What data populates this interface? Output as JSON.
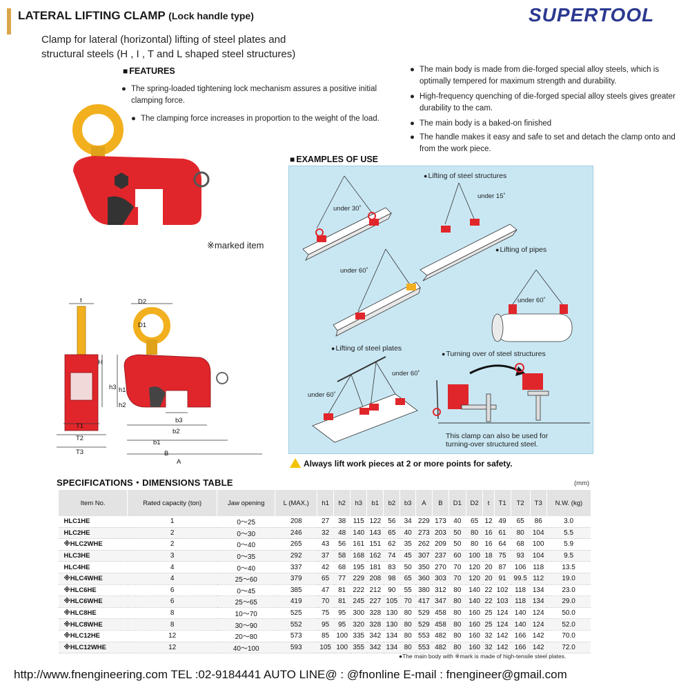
{
  "header": {
    "title": "LATERAL LIFTING CLAMP",
    "title_suffix": "(Lock handle type)",
    "subtitle_line1": "Clamp for lateral (horizontal) lifting of steel plates and",
    "subtitle_line2": "structural steels (H , I , T and L shaped steel structures)",
    "logo": "SUPERTOOL"
  },
  "features": {
    "heading": "FEATURES",
    "left": [
      "The spring-loaded tightening  lock mechanism assures a positive initial clamping force.",
      "The clamping force increases in proportion to the weight of the load."
    ],
    "right": [
      "The main body  is made  from die-forged special alloy steels, which is optimally tempered for maximum strength and durability.",
      "High-frequency quenching of die-forged special alloy steels gives greater durability to the cam.",
      "The main body  is a baked-on finished",
      "The handle makes it easy and  safe to set and detach the clamp onto and from the work piece."
    ],
    "marked_item": "※marked item"
  },
  "examples": {
    "heading": "EXAMPLES OF USE",
    "labels": {
      "steel_structures": "Lifting of  steel structures",
      "pipes": "Lifting of pipes",
      "plates": "Lifting of steel plates",
      "turning": "Turning over of steel structures"
    },
    "angles": [
      "under 30˚",
      "under 15˚",
      "under 60˚",
      "under 60˚",
      "under 60˚",
      "under 60˚"
    ],
    "turning_note_1": "This clamp can also be used for",
    "turning_note_2": "turning-over structured steel.",
    "safety": "Always lift work pieces at 2 or more points for safety."
  },
  "diagram_labels": {
    "t": "t",
    "D2": "D2",
    "D1": "D1",
    "H": "H",
    "h3": "h3",
    "h1": "h1",
    "h2": "h2",
    "b3": "b3",
    "b2": "b2",
    "b1": "b1",
    "B": "B",
    "A": "A",
    "T1": "T1",
    "T2": "T2",
    "T3": "T3"
  },
  "specs": {
    "title": "SPECIFICATIONS・DIMENSIONS TABLE",
    "unit": "(mm)",
    "columns": [
      "Item No.",
      "Rated capacity (ton)",
      "Jaw opening",
      "L (MAX.)",
      "h1",
      "h2",
      "h3",
      "b1",
      "b2",
      "b3",
      "A",
      "B",
      "D1",
      "D2",
      "t",
      "T1",
      "T2",
      "T3",
      "N.W. (kg)"
    ],
    "rows": [
      [
        "HLC1HE",
        "1",
        "0～25",
        "208",
        "27",
        "38",
        "115",
        "122",
        "56",
        "34",
        "229",
        "173",
        "40",
        "65",
        "12",
        "49",
        "65",
        "86",
        "3.0"
      ],
      [
        "HLC2HE",
        "2",
        "0～30",
        "246",
        "32",
        "48",
        "140",
        "143",
        "65",
        "40",
        "273",
        "203",
        "50",
        "80",
        "16",
        "61",
        "80",
        "104",
        "5.5"
      ],
      [
        "※HLC2WHE",
        "2",
        "0～40",
        "265",
        "43",
        "56",
        "161",
        "151",
        "62",
        "35",
        "262",
        "209",
        "50",
        "80",
        "16",
        "64",
        "68",
        "100",
        "5.9"
      ],
      [
        "HLC3HE",
        "3",
        "0～35",
        "292",
        "37",
        "58",
        "168",
        "162",
        "74",
        "45",
        "307",
        "237",
        "60",
        "100",
        "18",
        "75",
        "93",
        "104",
        "9.5"
      ],
      [
        "HLC4HE",
        "4",
        "0～40",
        "337",
        "42",
        "68",
        "195",
        "181",
        "83",
        "50",
        "350",
        "270",
        "70",
        "120",
        "20",
        "87",
        "106",
        "118",
        "13.5"
      ],
      [
        "※HLC4WHE",
        "4",
        "25～60",
        "379",
        "65",
        "77",
        "229",
        "208",
        "98",
        "65",
        "360",
        "303",
        "70",
        "120",
        "20",
        "91",
        "99.5",
        "112",
        "19.0"
      ],
      [
        "※HLC6HE",
        "6",
        "0～45",
        "385",
        "47",
        "81",
        "222",
        "212",
        "90",
        "55",
        "380",
        "312",
        "80",
        "140",
        "22",
        "102",
        "118",
        "134",
        "23.0"
      ],
      [
        "※HLC6WHE",
        "6",
        "25～65",
        "419",
        "70",
        "81",
        "245",
        "227",
        "105",
        "70",
        "417",
        "347",
        "80",
        "140",
        "22",
        "103",
        "118",
        "134",
        "29.0"
      ],
      [
        "※HLC8HE",
        "8",
        "10～70",
        "525",
        "75",
        "95",
        "300",
        "328",
        "130",
        "80",
        "529",
        "458",
        "80",
        "160",
        "25",
        "124",
        "140",
        "124",
        "50.0"
      ],
      [
        "※HLC8WHE",
        "8",
        "30～90",
        "552",
        "95",
        "95",
        "320",
        "328",
        "130",
        "80",
        "529",
        "458",
        "80",
        "160",
        "25",
        "124",
        "140",
        "124",
        "52.0"
      ],
      [
        "※HLC12HE",
        "12",
        "20～80",
        "573",
        "85",
        "100",
        "335",
        "342",
        "134",
        "80",
        "553",
        "482",
        "80",
        "160",
        "32",
        "142",
        "166",
        "142",
        "70.0"
      ],
      [
        "※HLC12WHE",
        "12",
        "40～100",
        "593",
        "105",
        "100",
        "355",
        "342",
        "134",
        "80",
        "553",
        "482",
        "80",
        "160",
        "32",
        "142",
        "166",
        "142",
        "72.0"
      ]
    ],
    "footnote": "●The main body with ※mark is made of high-tensile steel plates."
  },
  "footer": {
    "text": "http://www.fnengineering.com  TEL :02-9184441 AUTO  LINE@ : @fnonline  E-mail : fnengineer@gmail.com"
  },
  "colors": {
    "clamp_red": "#e0262b",
    "ring_yellow": "#f2b01e",
    "panel_blue": "#c9e7f3",
    "logo_blue": "#2b3990"
  }
}
